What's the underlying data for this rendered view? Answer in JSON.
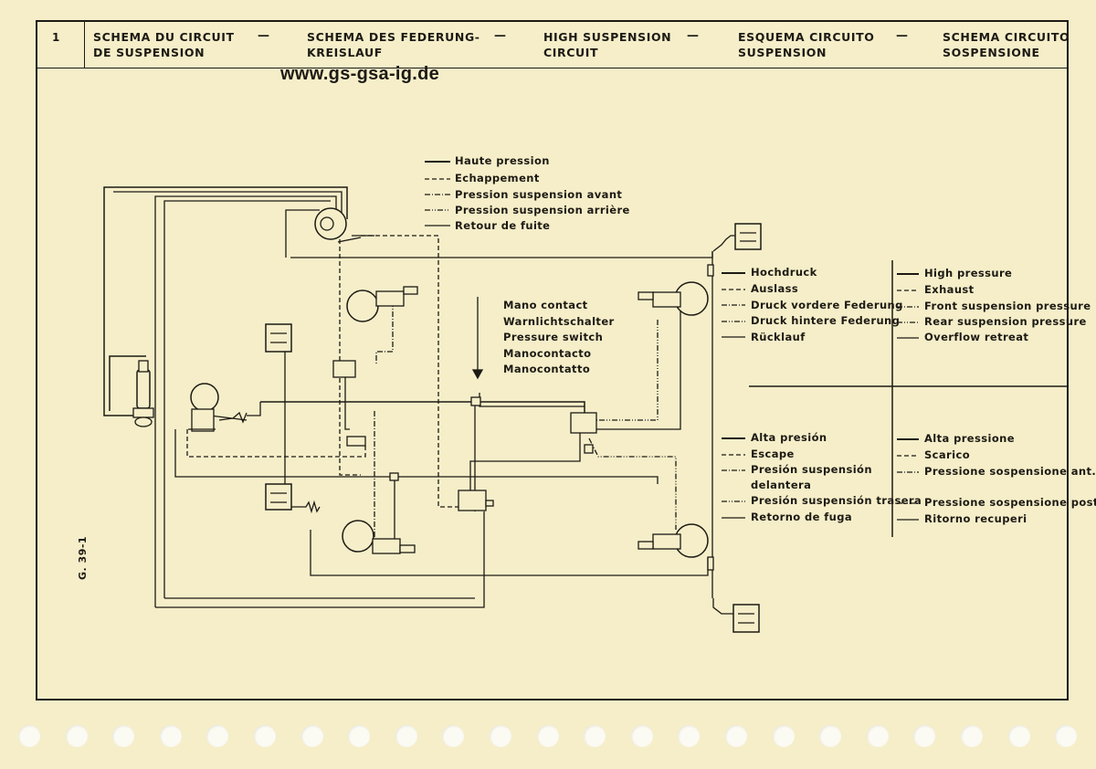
{
  "header": {
    "page_number": "1",
    "titles": [
      "SCHEMA DU CIRCUIT\nDE SUSPENSION",
      "SCHEMA DES FEDERUNG-\nKREISLAUF",
      "HIGH SUSPENSION\nCIRCUIT",
      "ESQUEMA CIRCUITO\nSUSPENSION",
      "SCHEMA CIRCUITO\nSOSPENSIONE"
    ],
    "separator": "—"
  },
  "website": "www.gs-gsa-ig.de",
  "legend_fr": [
    "Haute pression",
    "Echappement",
    "Pression suspension avant",
    "Pression suspension arrière",
    "Retour de fuite"
  ],
  "pressure_switch_label": [
    "Mano contact",
    "Warnlichtschalter",
    "Pressure switch",
    "Manocontacto",
    "Manocontatto"
  ],
  "legend_de": [
    "Hochdruck",
    "Auslass",
    "Druck vordere Federung",
    "Druck hintere Federung",
    "Rücklauf"
  ],
  "legend_en": [
    "High pressure",
    "Exhaust",
    "Front suspension pressure",
    "Rear suspension pressure",
    "Overflow retreat"
  ],
  "legend_es": [
    "Alta presión",
    "Escape",
    "Presión suspensión",
    "delantera",
    "Presión suspensión trasera",
    "Retorno de fuga"
  ],
  "legend_it": [
    "Alta pressione",
    "Scarico",
    "Pressione sospensione ant.",
    "Pressione sospensione post",
    "Ritorno recuperi"
  ],
  "figure_code": "G. 39-1"
}
